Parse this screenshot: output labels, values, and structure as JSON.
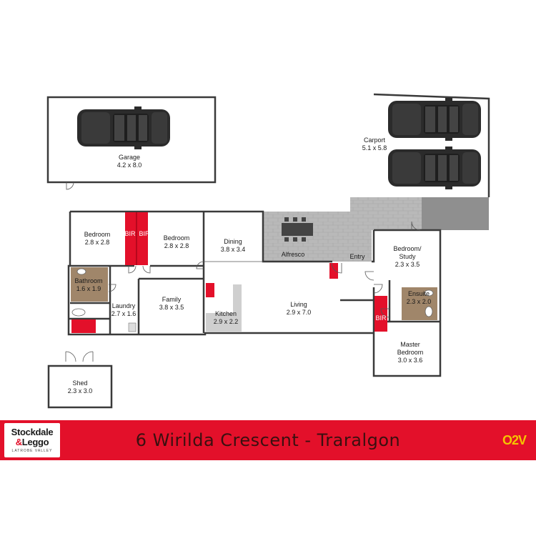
{
  "rooms": {
    "garage": {
      "name": "Garage",
      "dims": "4.2 x 8.0"
    },
    "carport": {
      "name": "Carport",
      "dims": "5.1 x 5.8"
    },
    "bedroom_left": {
      "name": "Bedroom",
      "dims": "2.8 x 2.8"
    },
    "bir_a": {
      "name": "BIR"
    },
    "bir_b": {
      "name": "BIR"
    },
    "bedroom_mid": {
      "name": "Bedroom",
      "dims": "2.8 x 2.8"
    },
    "dining": {
      "name": "Dining",
      "dims": "3.8 x 3.4"
    },
    "alfresco": {
      "name": "Alfresco"
    },
    "entry": {
      "name": "Entry"
    },
    "study": {
      "name_line1": "Bedroom/",
      "name_line2": "Study",
      "dims": "2.3 x 3.5"
    },
    "bathroom": {
      "name": "Bathroom",
      "dims": "1.6 x 1.9"
    },
    "laundry": {
      "name": "Laundry",
      "dims": "2.7 x 1.6"
    },
    "family": {
      "name": "Family",
      "dims": "3.8 x 3.5"
    },
    "kitchen": {
      "name": "Kitchen",
      "dims": "2.9 x 2.2"
    },
    "living": {
      "name": "Living",
      "dims": "2.9 x 7.0"
    },
    "ensuite": {
      "name": "Ensuite",
      "dims": "2.3 x 2.0"
    },
    "bir_c": {
      "name": "BIR"
    },
    "master": {
      "name_line1": "Master",
      "name_line2": "Bedroom",
      "dims": "3.0 x 3.6"
    },
    "shed": {
      "name": "Shed",
      "dims": "2.3 x 3.0"
    }
  },
  "banner": {
    "title": "6 Wirilda Crescent - Traralgon",
    "logo_line1": "Stockdale",
    "logo_amp": "&",
    "logo_line2": "Leggo",
    "logo_tagline": "LATROBE VALLEY",
    "badge": "O2V"
  },
  "colors": {
    "accent": "#e3102a",
    "bir": "#e3102a",
    "wet_area": "#a0866a",
    "paving": "#b8b8b8",
    "car": "#2b2b2b"
  }
}
